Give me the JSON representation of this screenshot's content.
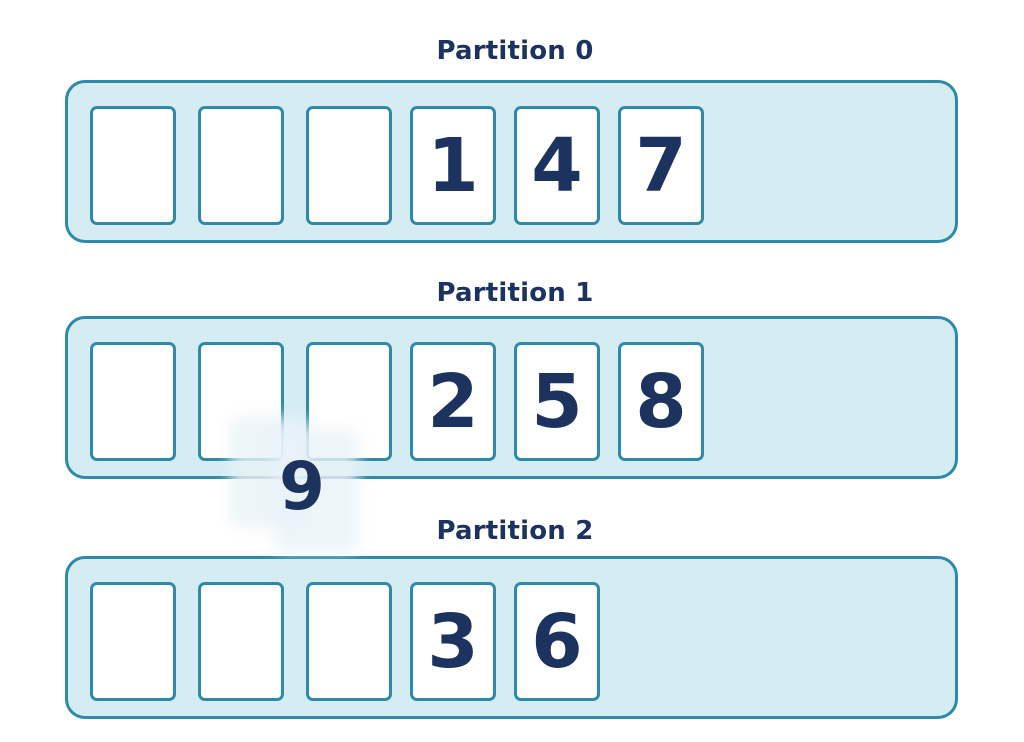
{
  "partitions": [
    {
      "title": "Partition 0",
      "slots": [
        "",
        "",
        "",
        "1",
        "4",
        "7"
      ]
    },
    {
      "title": "Partition 1",
      "slots": [
        "",
        "",
        "",
        "2",
        "5",
        "8"
      ]
    },
    {
      "title": "Partition 2",
      "slots": [
        "",
        "",
        "",
        "3",
        "6"
      ]
    }
  ],
  "moving_record": {
    "value": "9"
  },
  "colors": {
    "title_text": "#1c3360",
    "number_text": "#1c3360",
    "partition_fill": "#d5ecf3",
    "border": "#2e8aaa",
    "slot_fill": "#ffffff"
  }
}
